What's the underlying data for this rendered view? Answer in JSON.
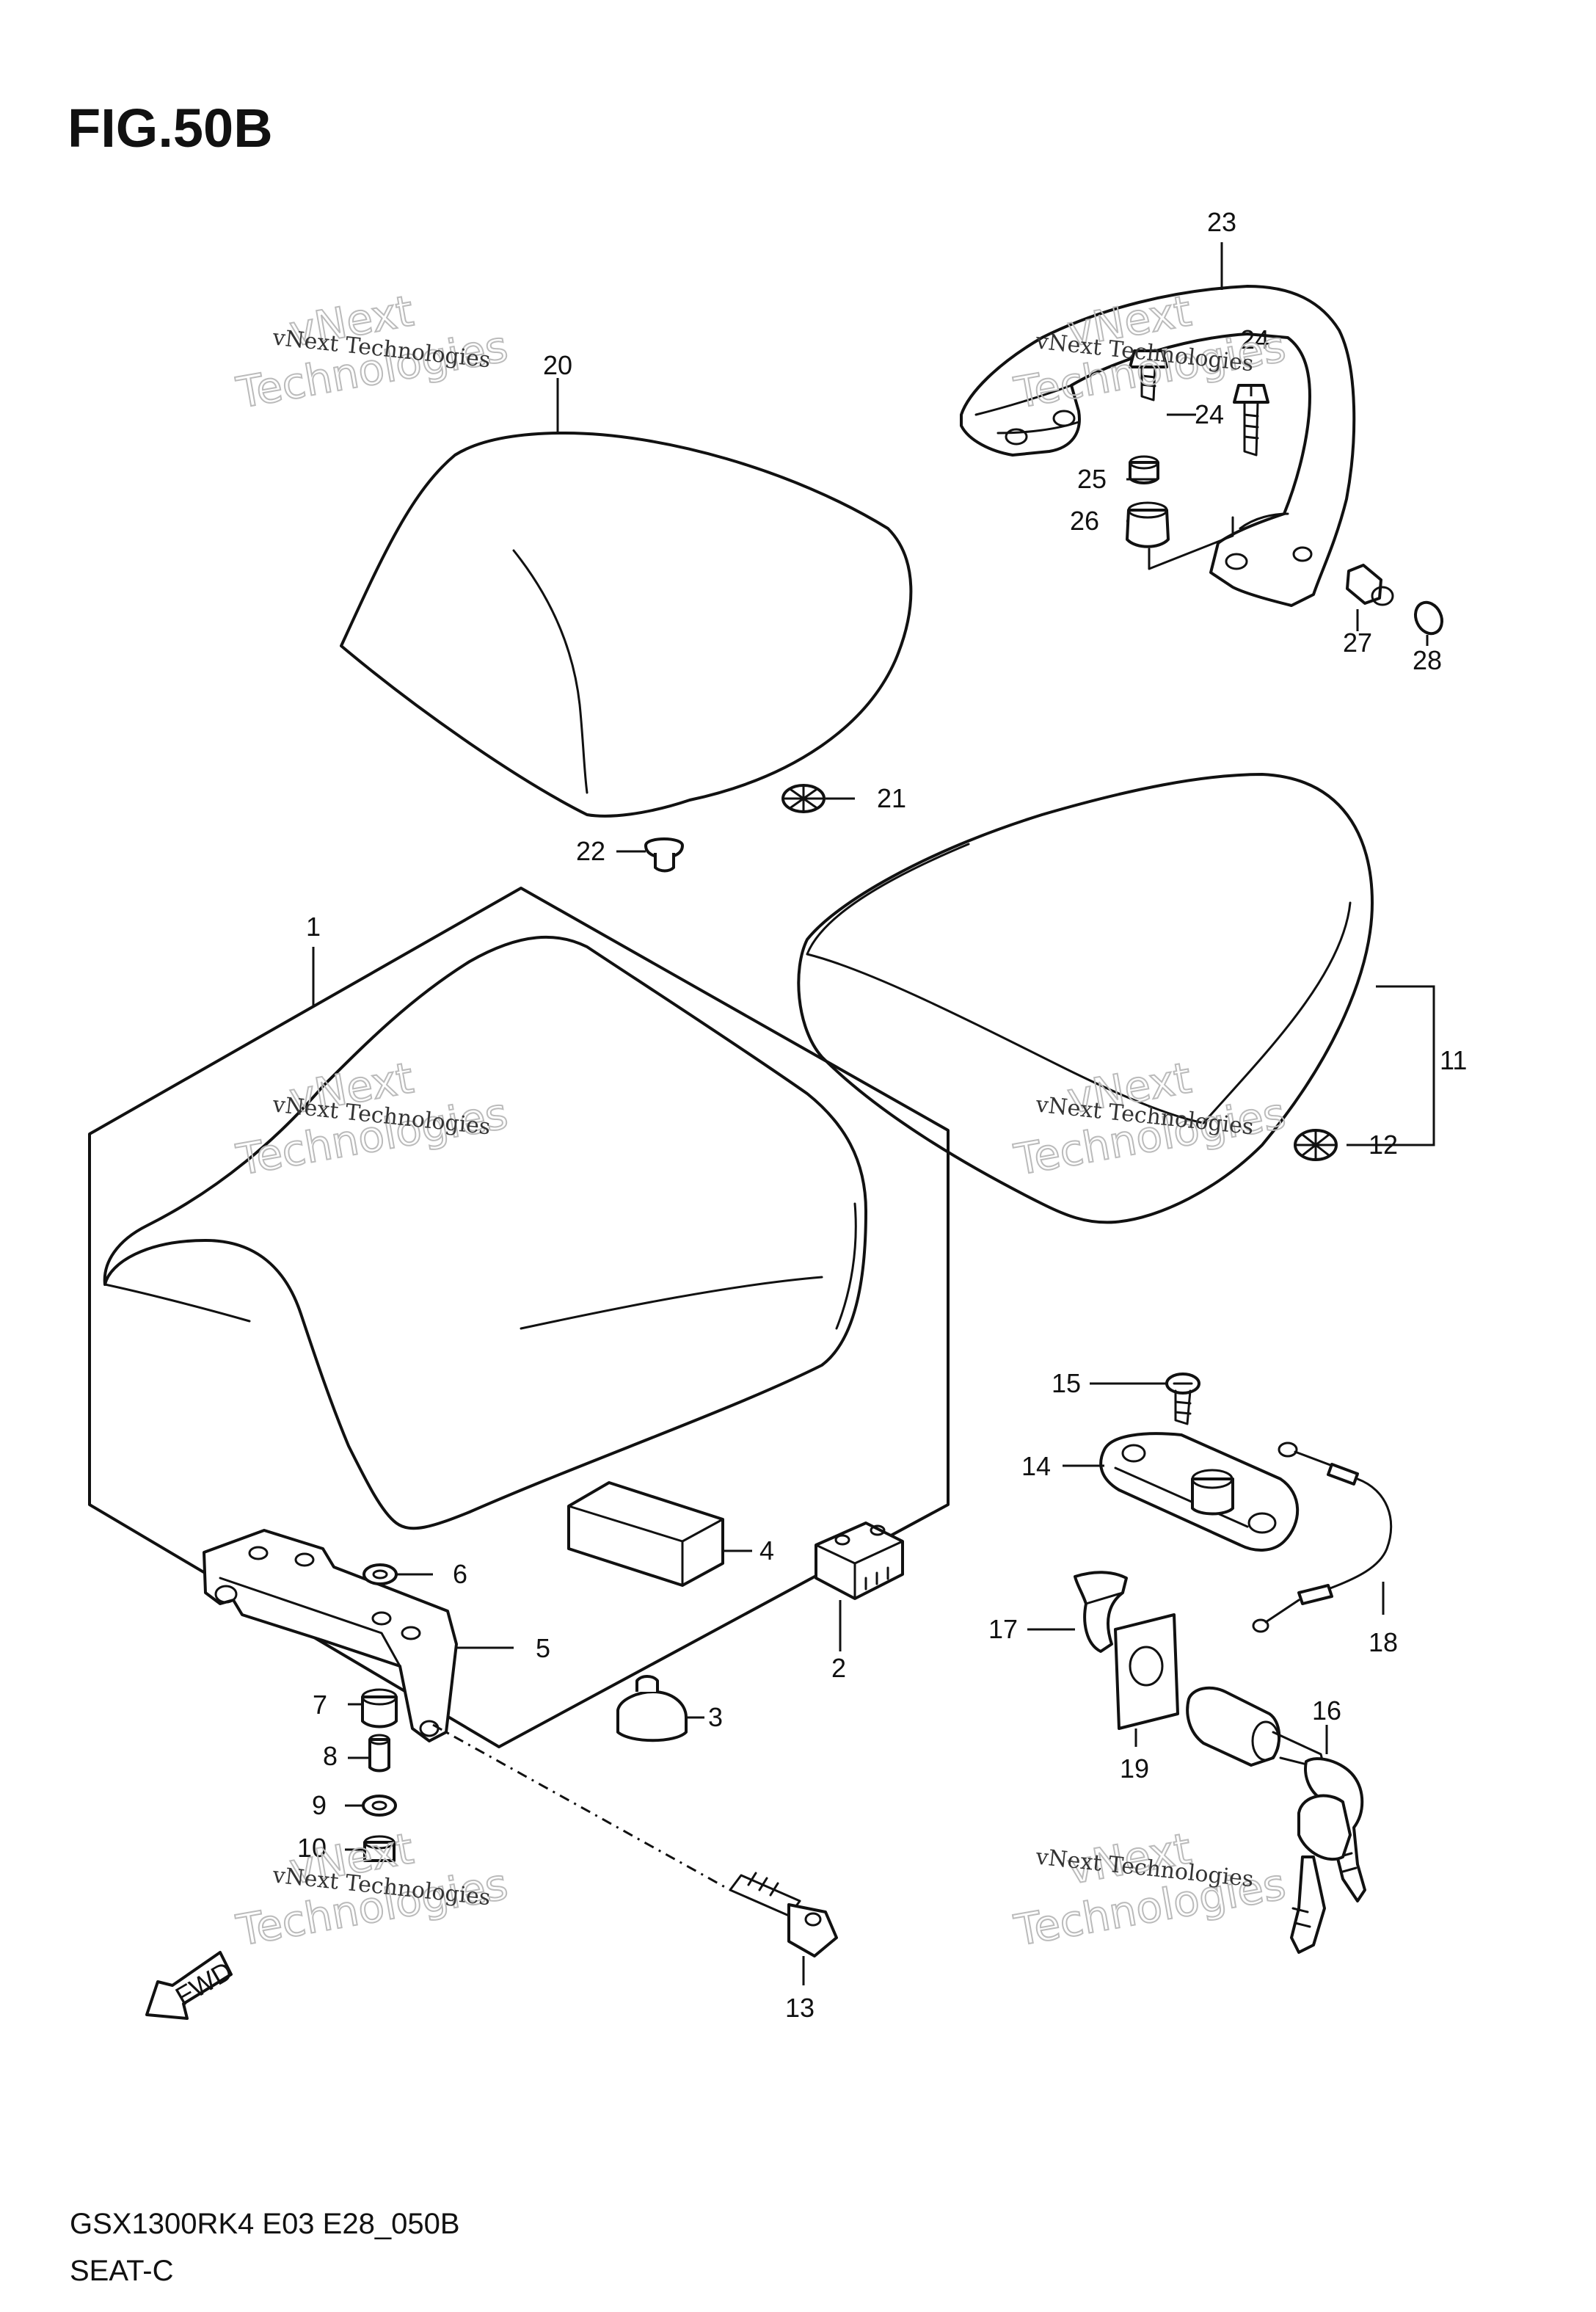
{
  "figure": {
    "title": "FIG.50B",
    "footer_code": "GSX1300RK4 E03 E28_050B",
    "footer_name": "SEAT-C"
  },
  "parts": [
    {
      "id": "p1",
      "label": "1"
    },
    {
      "id": "p2",
      "label": "2"
    },
    {
      "id": "p3",
      "label": "3"
    },
    {
      "id": "p4",
      "label": "4"
    },
    {
      "id": "p5",
      "label": "5"
    },
    {
      "id": "p6",
      "label": "6"
    },
    {
      "id": "p7",
      "label": "7"
    },
    {
      "id": "p8",
      "label": "8"
    },
    {
      "id": "p9",
      "label": "9"
    },
    {
      "id": "p10",
      "label": "10"
    },
    {
      "id": "p11",
      "label": "11"
    },
    {
      "id": "p12",
      "label": "12"
    },
    {
      "id": "p13",
      "label": "13"
    },
    {
      "id": "p14",
      "label": "14"
    },
    {
      "id": "p15",
      "label": "15"
    },
    {
      "id": "p16",
      "label": "16"
    },
    {
      "id": "p17",
      "label": "17"
    },
    {
      "id": "p18",
      "label": "18"
    },
    {
      "id": "p19",
      "label": "19"
    },
    {
      "id": "p20",
      "label": "20"
    },
    {
      "id": "p21",
      "label": "21"
    },
    {
      "id": "p22",
      "label": "22"
    },
    {
      "id": "p23",
      "label": "23"
    },
    {
      "id": "p24a",
      "label": "24"
    },
    {
      "id": "p24b",
      "label": "24"
    },
    {
      "id": "p25",
      "label": "25"
    },
    {
      "id": "p26",
      "label": "26"
    },
    {
      "id": "p27",
      "label": "27"
    },
    {
      "id": "p28",
      "label": "28"
    }
  ],
  "fwd_label": "FWD",
  "watermark": {
    "line1": "vNext",
    "line2": "Technologies",
    "small": "vNext Technologies"
  }
}
